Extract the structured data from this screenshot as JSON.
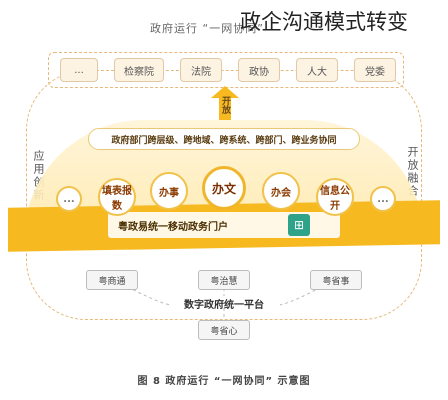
{
  "header": {
    "faint_title": "政府运行 “一网协同”",
    "overlay_title": "政企沟通模式转变"
  },
  "top_row": [
    "...",
    "检察院",
    "法院",
    "政协",
    "人大",
    "党委"
  ],
  "side": {
    "left": "应用创新",
    "right": "开放融合"
  },
  "arrow_label": "开放",
  "banner": "政府部门跨层级、跨地域、跨系统、跨部门、跨业务协同",
  "circles": {
    "left_small": "...",
    "right_small": "...",
    "items": [
      "填表报数",
      "办事",
      "办文",
      "办会",
      "信息公开"
    ]
  },
  "main_band": "粤政易统一移动政务门户",
  "bottom": {
    "pills": [
      "粤商通",
      "粤治慧",
      "粤省事",
      "粤省心"
    ],
    "center": "数字政府统一平台"
  },
  "caption": "图 8 政府运行 “一网协同” 示意图",
  "colors": {
    "accent": "#f6b91f",
    "ring": "#f0c24b",
    "dash": "#e6b97a",
    "icon": "#2fa38a"
  }
}
